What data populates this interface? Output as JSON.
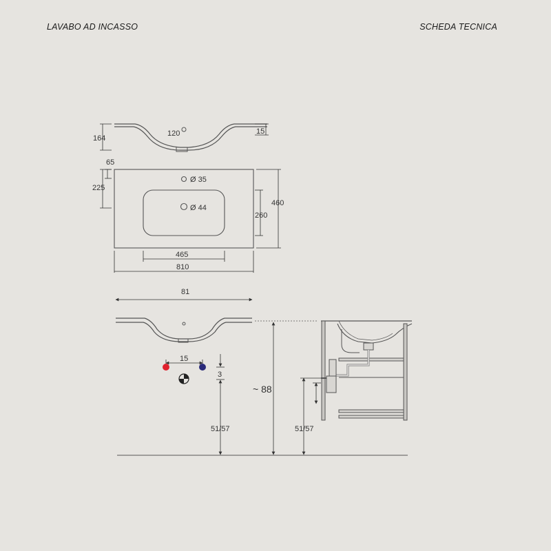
{
  "header": {
    "left_title": "LAVABO AD INCASSO",
    "right_title": "SCHEDA TECNICA"
  },
  "colors": {
    "background": "#e6e4e0",
    "line": "#555555",
    "hot_tap": "#e0212e",
    "cold_tap": "#2a2a7a"
  },
  "dims": {
    "d164": "164",
    "d120": "120",
    "d15_top": "15",
    "d65": "65",
    "d225": "225",
    "d35": "Ø 35",
    "d44": "Ø 44",
    "d460": "460",
    "d260": "260",
    "d465": "465",
    "d810": "810",
    "d81": "81",
    "d15_taps": "15",
    "d3": "3",
    "d88": "~ 88",
    "d5157_left": "51/57",
    "d5157_right": "51/57"
  }
}
